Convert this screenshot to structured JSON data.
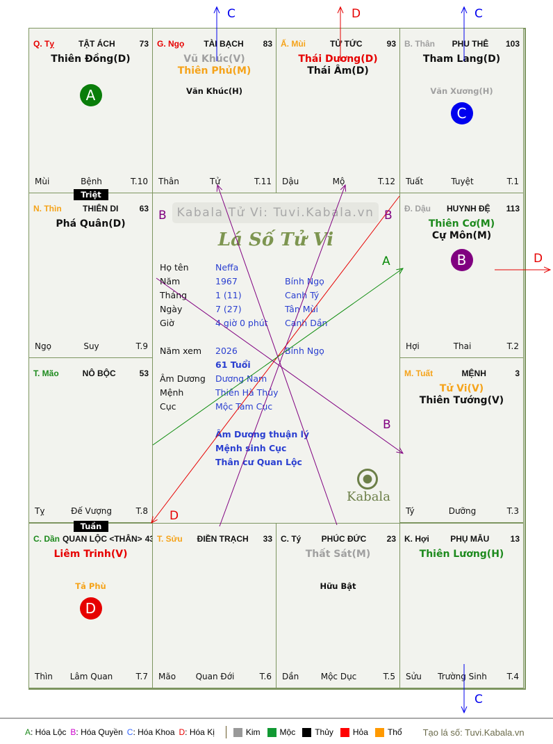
{
  "colors": {
    "red": "#e60000",
    "orange": "#f5a31a",
    "gray": "#a0a0a0",
    "green": "#1d8a1d",
    "black": "#111111",
    "blue": "#0000ee",
    "purple": "#800080"
  },
  "palaces": [
    {
      "canchi": "Q. Tỵ",
      "canchi_color": "#e60000",
      "name": "TẬT ÁCH",
      "age": "73",
      "main_stars": [
        {
          "text": "Thiên Đồng(D)",
          "color": "#111111"
        }
      ],
      "minor_stars": [],
      "badge": {
        "letter": "A",
        "color": "#0a7d0a"
      },
      "branch": "Mùi",
      "stage": "Bệnh",
      "month": "T.10"
    },
    {
      "canchi": "G. Ngọ",
      "canchi_color": "#e60000",
      "name": "TÀI BẠCH",
      "age": "83",
      "main_stars": [
        {
          "text": "Vũ Khúc(V)",
          "color": "#a0a0a0"
        },
        {
          "text": "Thiên Phủ(M)",
          "color": "#f5a31a"
        }
      ],
      "minor_stars": [
        {
          "text": "Văn Khúc(H)",
          "color": "#111111"
        }
      ],
      "badge": null,
      "branch": "Thân",
      "stage": "Tử",
      "month": "T.11"
    },
    {
      "canchi": "Ấ. Mùi",
      "canchi_color": "#f5a31a",
      "name": "TỬ TỨC",
      "age": "93",
      "main_stars": [
        {
          "text": "Thái Dương(D)",
          "color": "#e60000"
        },
        {
          "text": "Thái Âm(D)",
          "color": "#111111"
        }
      ],
      "minor_stars": [],
      "badge": null,
      "branch": "Dậu",
      "stage": "Mộ",
      "month": "T.12"
    },
    {
      "canchi": "B. Thân",
      "canchi_color": "#a0a0a0",
      "name": "PHU THÊ",
      "age": "103",
      "main_stars": [
        {
          "text": "Tham Lang(D)",
          "color": "#111111"
        }
      ],
      "minor_stars": [
        {
          "text": "Văn Xương(H)",
          "color": "#a0a0a0"
        }
      ],
      "badge": {
        "letter": "C",
        "color": "#0000ee"
      },
      "branch": "Tuất",
      "stage": "Tuyệt",
      "month": "T.1"
    },
    {
      "canchi": "N. Thìn",
      "canchi_color": "#f5a31a",
      "name": "THIÊN DI",
      "age": "63",
      "main_stars": [
        {
          "text": "Phá Quân(D)",
          "color": "#111111"
        }
      ],
      "minor_stars": [],
      "badge": null,
      "branch": "Ngọ",
      "stage": "Suy",
      "month": "T.9"
    },
    {
      "canchi": "Đ. Dậu",
      "canchi_color": "#a0a0a0",
      "name": "HUYNH ĐỆ",
      "age": "113",
      "main_stars": [
        {
          "text": "Thiên Cơ(M)",
          "color": "#1d8a1d"
        },
        {
          "text": "Cự Môn(M)",
          "color": "#111111"
        }
      ],
      "minor_stars": [],
      "badge": {
        "letter": "B",
        "color": "#800080"
      },
      "branch": "Hợi",
      "stage": "Thai",
      "month": "T.2"
    },
    {
      "canchi": "T. Mão",
      "canchi_color": "#1d8a1d",
      "name": "NÔ BỘC",
      "age": "53",
      "main_stars": [],
      "minor_stars": [],
      "badge": null,
      "branch": "Tỵ",
      "stage": "Đế Vượng",
      "month": "T.8"
    },
    {
      "canchi": "M. Tuất",
      "canchi_color": "#f5a31a",
      "name": "MỆNH",
      "age": "3",
      "main_stars": [
        {
          "text": "Tử Vi(V)",
          "color": "#f5a31a"
        },
        {
          "text": "Thiên Tướng(V)",
          "color": "#111111"
        }
      ],
      "minor_stars": [],
      "badge": null,
      "branch": "Tý",
      "stage": "Dưỡng",
      "month": "T.3"
    },
    {
      "canchi": "C. Dần",
      "canchi_color": "#1d8a1d",
      "name": "QUAN LỘC <THÂN>",
      "age": "43",
      "main_stars": [
        {
          "text": "Liêm Trinh(V)",
          "color": "#e60000"
        }
      ],
      "minor_stars": [
        {
          "text": "Tả Phù",
          "color": "#f5a31a"
        }
      ],
      "badge": {
        "letter": "D",
        "color": "#e60000"
      },
      "branch": "Thìn",
      "stage": "Lâm Quan",
      "month": "T.7"
    },
    {
      "canchi": "T. Sửu",
      "canchi_color": "#f5a31a",
      "name": "ĐIỀN TRẠCH",
      "age": "33",
      "main_stars": [],
      "minor_stars": [],
      "badge": null,
      "branch": "Mão",
      "stage": "Quan Đới",
      "month": "T.6"
    },
    {
      "canchi": "C. Tý",
      "canchi_color": "#111111",
      "name": "PHÚC ĐỨC",
      "age": "23",
      "main_stars": [
        {
          "text": "Thất Sát(M)",
          "color": "#a0a0a0"
        }
      ],
      "minor_stars": [
        {
          "text": "Hữu Bật",
          "color": "#111111"
        }
      ],
      "badge": null,
      "branch": "Dần",
      "stage": "Mộc Dục",
      "month": "T.5"
    },
    {
      "canchi": "K. Hợi",
      "canchi_color": "#111111",
      "name": "PHỤ MẪU",
      "age": "13",
      "main_stars": [
        {
          "text": "Thiên Lương(H)",
          "color": "#1d8a1d"
        }
      ],
      "minor_stars": [],
      "badge": null,
      "branch": "Sửu",
      "stage": "Trường Sinh",
      "month": "T.4"
    }
  ],
  "tags": {
    "triet": "Triệt",
    "tuan": "Tuần"
  },
  "center": {
    "watermark": "Kabala Tử Vi: Tuvi.Kabala.vn",
    "title": "Lá Số Tử Vi",
    "rows": [
      {
        "label": "Họ tên",
        "value": "Neffa",
        "value2": ""
      },
      {
        "label": "Năm",
        "value": "1967",
        "value2": "Bính Ngọ"
      },
      {
        "label": "Tháng",
        "value": "1  (11)",
        "value2": "Canh Tý"
      },
      {
        "label": "Ngày",
        "value": "7  (27)",
        "value2": "Tân Mùi"
      },
      {
        "label": "Giờ",
        "value": "4 giờ 0 phút",
        "value2": "Canh Dần"
      }
    ],
    "rows2": [
      {
        "label": "Năm xem",
        "value": "2026",
        "value2": "Bính Ngọ"
      },
      {
        "label": "",
        "value": "61 Tuổi",
        "value2": ""
      },
      {
        "label": "Âm Dương",
        "value": "Dương Nam",
        "value2": ""
      },
      {
        "label": "Mệnh",
        "value": "Thiên Hà Thủy",
        "value2": ""
      },
      {
        "label": "Cục",
        "value": "Mộc Tam Cục",
        "value2": ""
      }
    ],
    "notes": [
      "Âm Dương thuận lý",
      "Mệnh sinh Cục",
      "Thân cư Quan Lộc"
    ],
    "logo_text": "Kabala"
  },
  "arrow_labels": {
    "a": "A",
    "b": "B",
    "c": "C",
    "d": "D"
  },
  "legend": {
    "transforms": [
      {
        "key": "A",
        "text": ": Hóa Lộc",
        "color": "#1d8a1d"
      },
      {
        "key": "B",
        "text": ": Hóa Quyền",
        "color": "#cc00cc"
      },
      {
        "key": "C",
        "text": ": Hóa Khoa",
        "color": "#3366ff"
      },
      {
        "key": "D",
        "text": ": Hóa Kị",
        "color": "#e60000"
      }
    ],
    "elements": [
      {
        "text": "Kim",
        "color": "#999999"
      },
      {
        "text": "Mộc",
        "color": "#119933"
      },
      {
        "text": "Thủy",
        "color": "#000000"
      },
      {
        "text": "Hỏa",
        "color": "#ff0000"
      },
      {
        "text": "Thổ",
        "color": "#ff9900"
      }
    ],
    "credit": "Tạo lá số: Tuvi.Kabala.vn"
  }
}
